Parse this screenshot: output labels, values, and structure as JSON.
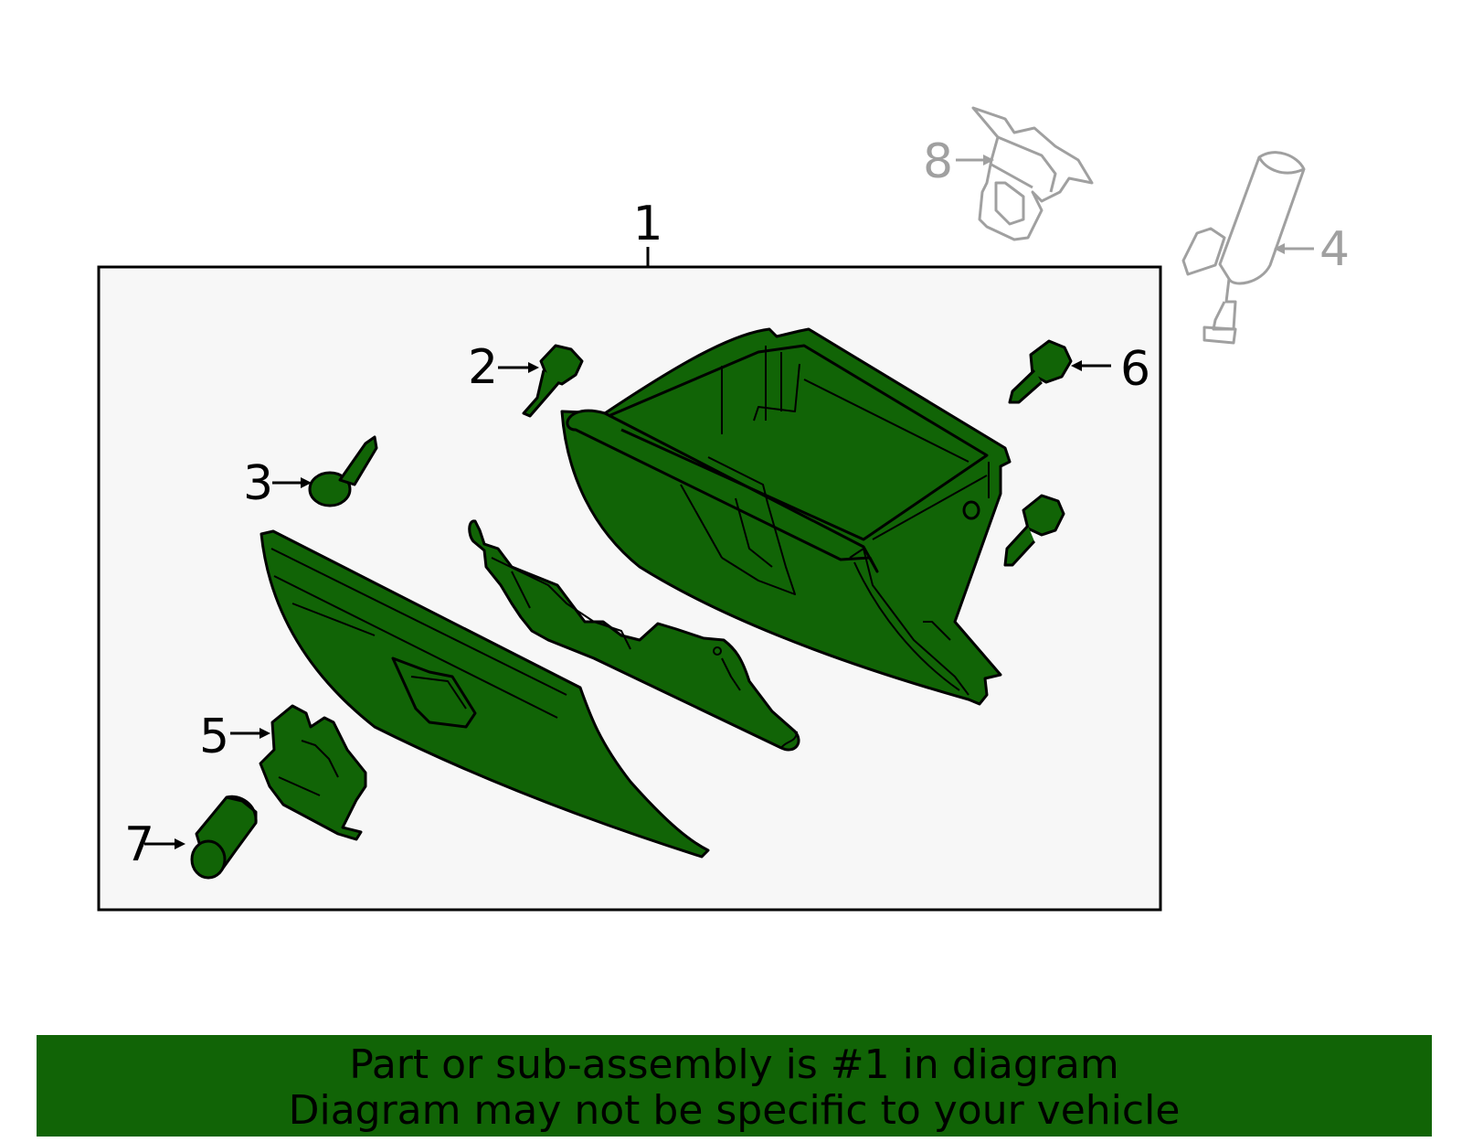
{
  "colors": {
    "part_fill": "#116406",
    "outline": "#000000",
    "ghost": "#a0a0a0",
    "box_fill": "#f7f7f7",
    "banner_bg": "#116406"
  },
  "callouts": {
    "main": "1",
    "n2": "2",
    "n3": "3",
    "n4": "4",
    "n5": "5",
    "n6": "6",
    "n7": "7",
    "n8": "8"
  },
  "banner": {
    "line1": "Part or sub-assembly is #1 in diagram",
    "line2": "Diagram may not be specific to your vehicle"
  }
}
